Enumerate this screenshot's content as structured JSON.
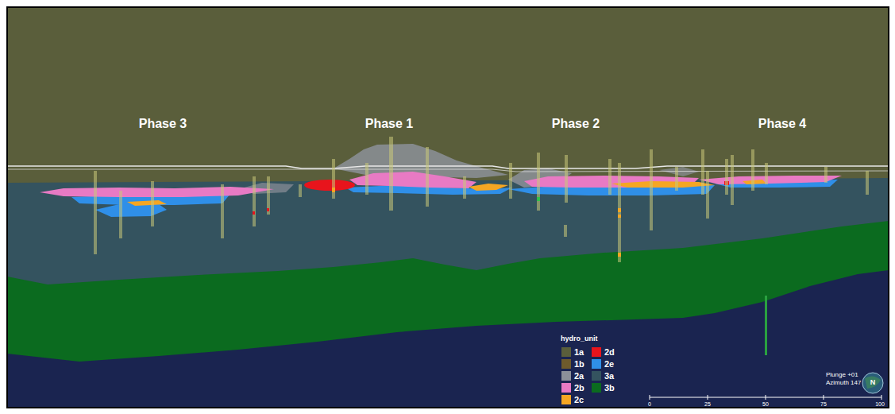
{
  "diagram": {
    "labels": [
      "Phase 3",
      "Phase 1",
      "Phase 2",
      "Phase 4",
      "hydro_unit",
      "Plunge +01",
      "Azimuth 147",
      "0",
      "25",
      "50",
      "75",
      "100",
      "N"
    ],
    "legend": [
      {
        "text": "1a",
        "color": "#5a5e3b"
      },
      {
        "text": "1b",
        "color": "#6e5b2c"
      },
      {
        "text": "2a",
        "color": "#8c9099"
      },
      {
        "text": "2b",
        "color": "#e87ac4"
      },
      {
        "text": "2c",
        "color": "#f5a623"
      },
      {
        "text": "2d",
        "color": "#e8141c"
      },
      {
        "text": "2e",
        "color": "#2f8fe8"
      },
      {
        "text": "3a",
        "color": "#34535f"
      },
      {
        "text": "3b",
        "color": "#0b6b1f"
      }
    ]
  }
}
